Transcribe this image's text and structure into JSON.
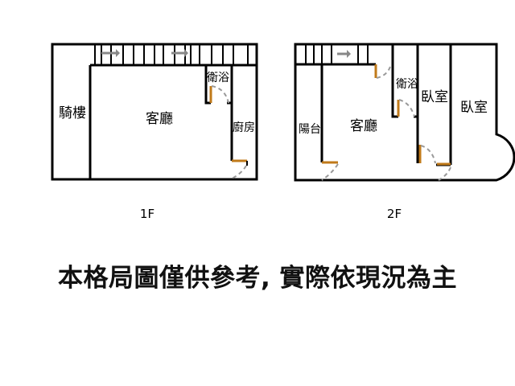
{
  "floors": [
    {
      "label": "1F",
      "rooms": [
        "騎樓",
        "客廳",
        "衛浴",
        "廚房"
      ]
    },
    {
      "label": "2F",
      "rooms": [
        "陽台",
        "客廳",
        "衛浴",
        "臥室",
        "臥室"
      ]
    }
  ],
  "disclaimer": "本格局圖僅供參考, 實際依現況為主",
  "colors": {
    "wall": "#000000",
    "door": "#c07a1a",
    "door_swing": "#999999"
  }
}
